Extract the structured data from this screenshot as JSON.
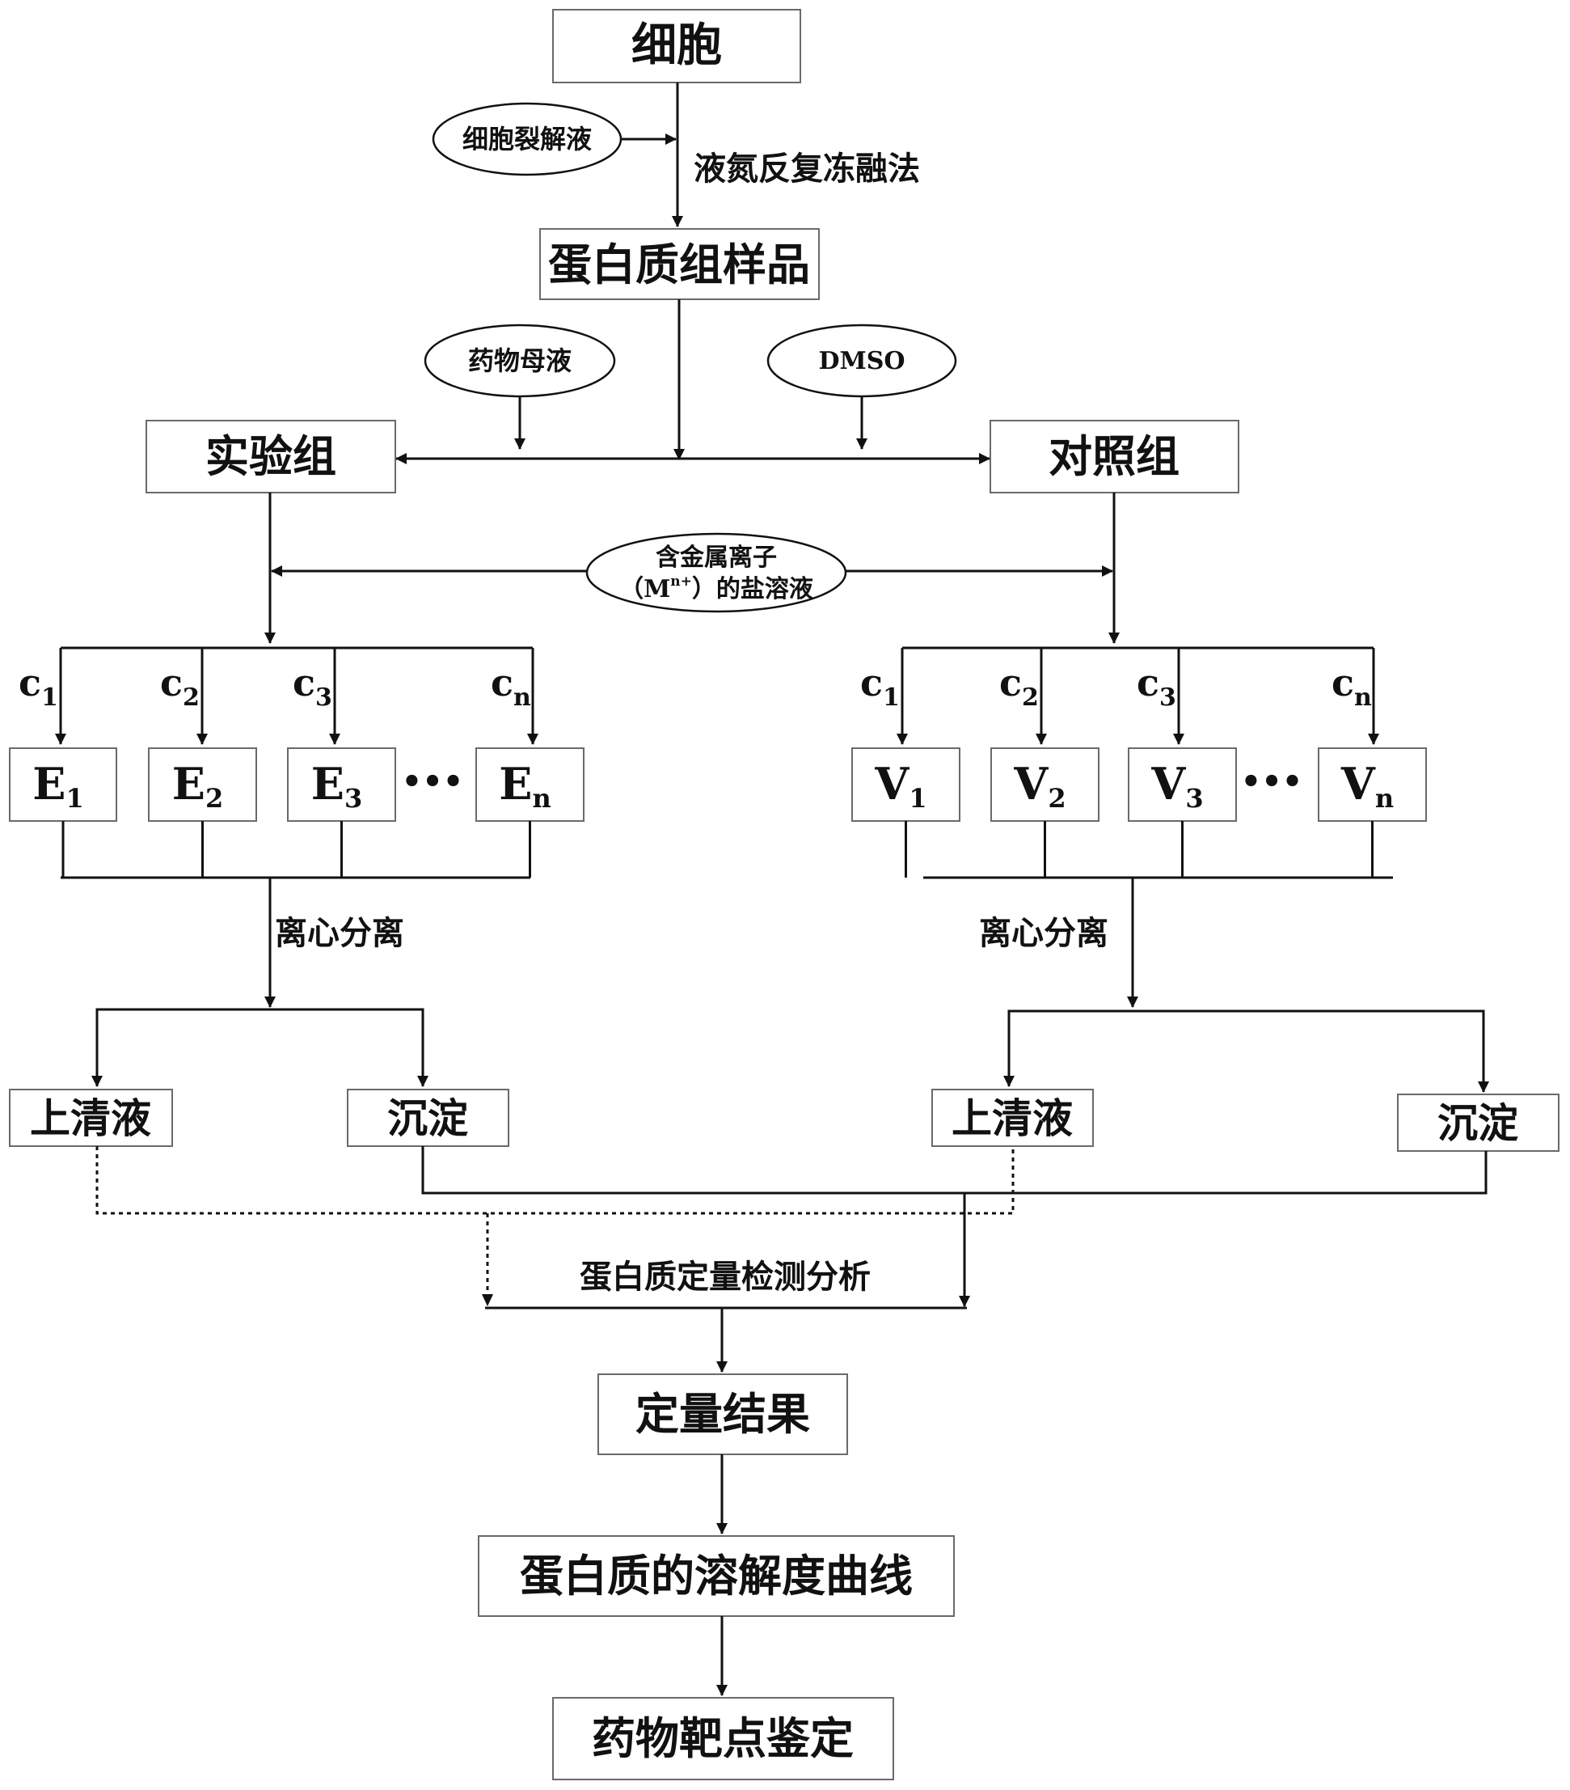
{
  "nodes": {
    "cells": "细胞",
    "lysis_buffer": "细胞裂解液",
    "freeze_thaw": "液氮反复冻融法",
    "proteome_sample": "蛋白质组样品",
    "drug_stock": "药物母液",
    "dmso": "DMSO",
    "experimental_group": "实验组",
    "control_group": "对照组",
    "salt_solution_line1": "含金属离子",
    "salt_solution_line2_open": "（M",
    "salt_solution_sup": "n+",
    "salt_solution_line2_close": "）的盐溶液",
    "centrifuge_left": "离心分离",
    "centrifuge_right": "离心分离",
    "supernatant_left": "上清液",
    "precipitate_left": "沉淀",
    "supernatant_right": "上清液",
    "precipitate_right": "沉淀",
    "quant_analysis": "蛋白质定量检测分析",
    "quant_result": "定量结果",
    "solubility_curve": "蛋白质的溶解度曲线",
    "target_identification": "药物靶点鉴定"
  },
  "concentrations": {
    "symbol": "c",
    "subscripts": [
      "1",
      "2",
      "3",
      "n"
    ]
  },
  "experimental_tubes": {
    "symbol": "E",
    "subscripts": [
      "1",
      "2",
      "3",
      "n"
    ]
  },
  "control_tubes": {
    "symbol": "V",
    "subscripts": [
      "1",
      "2",
      "3",
      "n"
    ]
  },
  "ellipsis": "•••"
}
